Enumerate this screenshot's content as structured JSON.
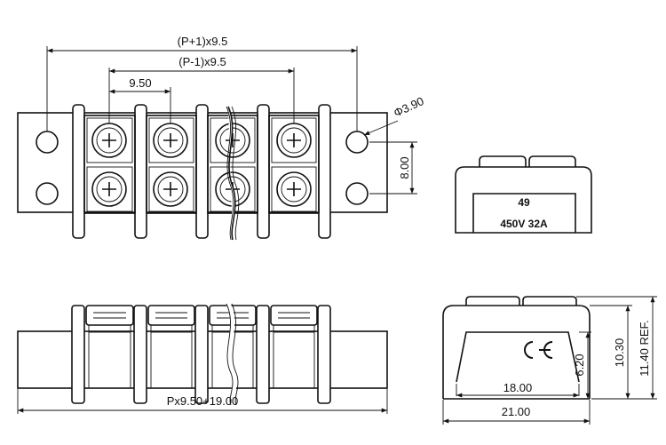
{
  "dimensions": {
    "overall_pitch_top": "(P+1)x9.5",
    "inner_pitch": "(P-1)x9.5",
    "pitch": "9.50",
    "hole_dia": "Φ3.90",
    "hole_spacing": "8.00",
    "overall_length": "Px9.50+19.00",
    "base_width_inner": "18.00",
    "base_width_outer": "21.00",
    "height_body": "6.20",
    "height_total": "10.30",
    "height_ref": "11.40 REF."
  },
  "label": {
    "part_number": "49",
    "rating": "450V 32A",
    "mark": "CE"
  }
}
